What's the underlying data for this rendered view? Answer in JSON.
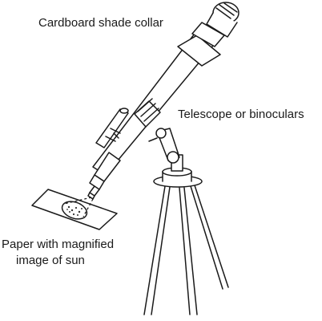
{
  "labels": {
    "collar": "Cardboard shade collar",
    "telescope": "Telescope or binoculars",
    "paper_line1": "Paper with magnified",
    "paper_line2": "image of sun"
  },
  "colors": {
    "ink": "#1a1a1a",
    "background": "#ffffff",
    "sun_spots": "#333333"
  }
}
